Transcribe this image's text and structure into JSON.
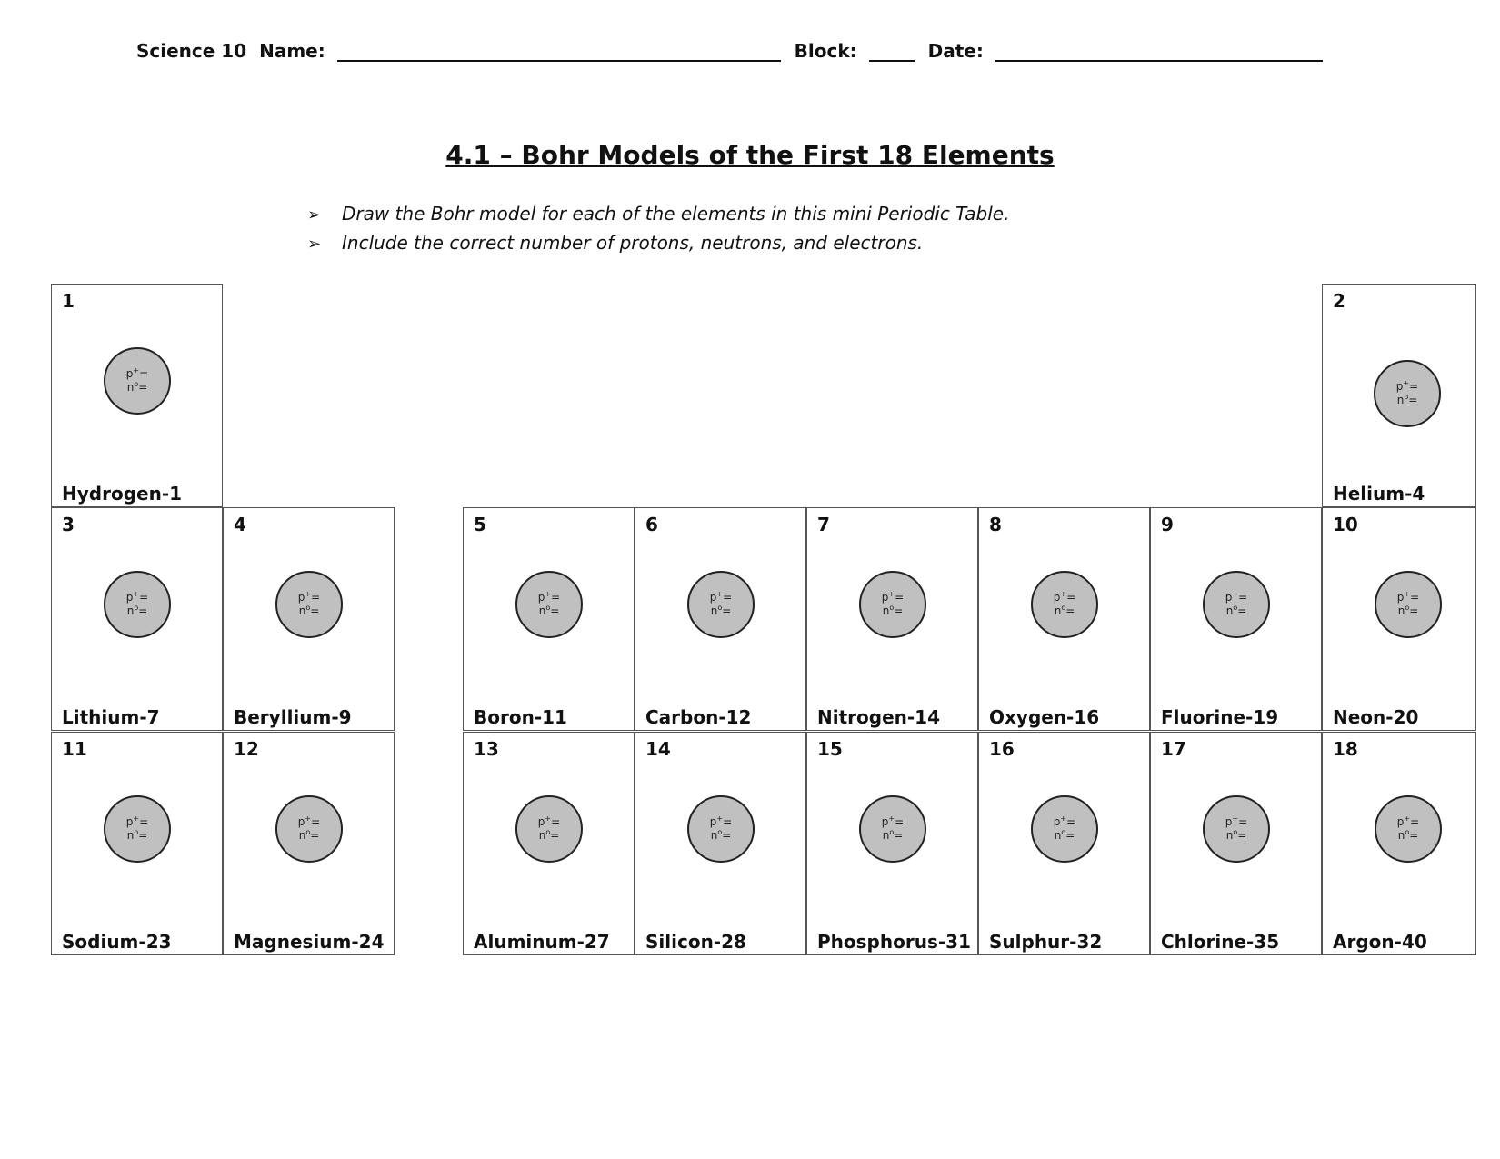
{
  "header": {
    "course": "Science 10",
    "name_label": "Name:",
    "block_label": "Block:",
    "date_label": "Date:"
  },
  "title": "4.1 – Bohr Models of the First 18 Elements",
  "instructions": [
    "Draw the Bohr model for each of the elements in this mini Periodic Table.",
    "Include the correct number of protons, neutrons, and electrons."
  ],
  "nucleus_labels": {
    "proton": "p",
    "proton_sup": "+",
    "proton_eq": "=",
    "neutron": "n",
    "neutron_sup": "o",
    "neutron_eq": "="
  },
  "elements": [
    {
      "number": "1",
      "name": "Hydrogen-1"
    },
    {
      "number": "2",
      "name": "Helium-4"
    },
    {
      "number": "3",
      "name": "Lithium-7"
    },
    {
      "number": "4",
      "name": "Beryllium-9"
    },
    {
      "number": "5",
      "name": "Boron-11"
    },
    {
      "number": "6",
      "name": "Carbon-12"
    },
    {
      "number": "7",
      "name": "Nitrogen-14"
    },
    {
      "number": "8",
      "name": "Oxygen-16"
    },
    {
      "number": "9",
      "name": "Fluorine-19"
    },
    {
      "number": "10",
      "name": "Neon-20"
    },
    {
      "number": "11",
      "name": "Sodium-23"
    },
    {
      "number": "12",
      "name": "Magnesium-24"
    },
    {
      "number": "13",
      "name": "Aluminum-27"
    },
    {
      "number": "14",
      "name": "Silicon-28"
    },
    {
      "number": "15",
      "name": "Phosphorus-31"
    },
    {
      "number": "16",
      "name": "Sulphur-32"
    },
    {
      "number": "17",
      "name": "Chlorine-35"
    },
    {
      "number": "18",
      "name": "Argon-40"
    }
  ]
}
